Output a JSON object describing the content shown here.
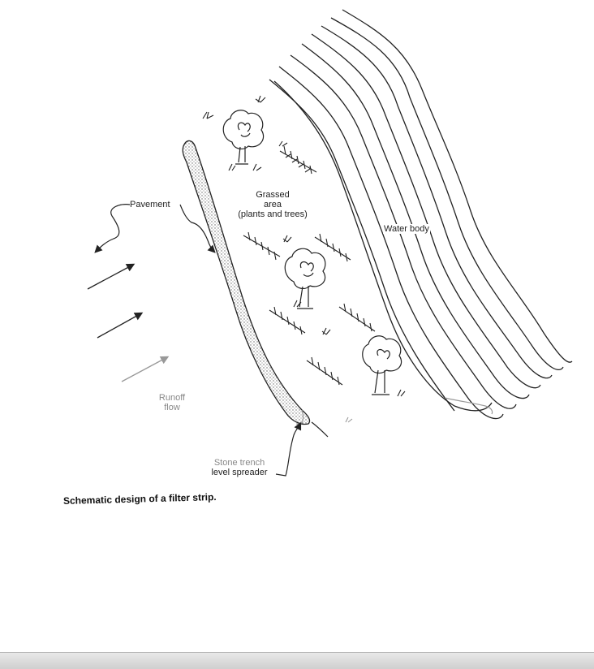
{
  "labels": {
    "pavement": "Pavement",
    "grassed_area": [
      "Grassed",
      "area",
      "(plants and trees)"
    ],
    "water_body": "Water body",
    "runoff_flow": [
      "Runoff",
      "flow"
    ],
    "stone_trench": [
      "Stone trench",
      "level spreader"
    ]
  },
  "caption": "Schematic design of a filter strip.",
  "colors": {
    "ink": "#222222",
    "gray_ink": "#9a9a9a",
    "background": "#ffffff"
  }
}
